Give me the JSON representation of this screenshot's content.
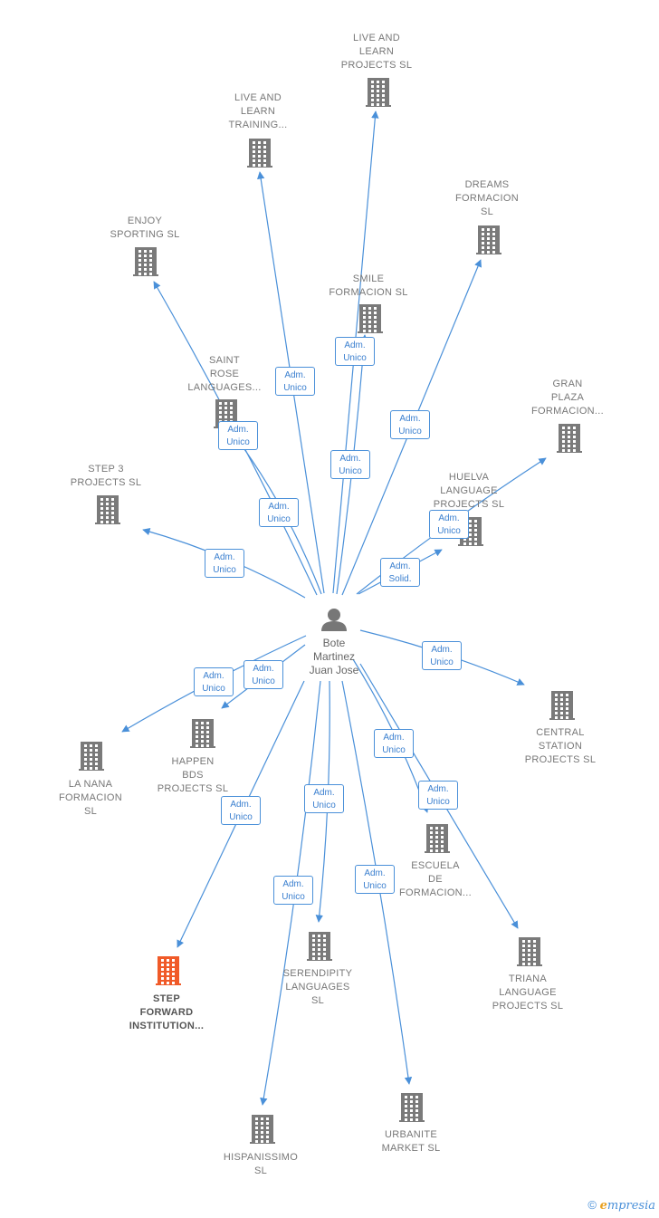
{
  "colors": {
    "edge": "#4a90d9",
    "building": "#7a7a7a",
    "building_active": "#f05a28",
    "person": "#777777"
  },
  "person": {
    "label": "Bote\nMartinez\nJuan Jose",
    "icon": "person-icon"
  },
  "companies": [
    {
      "id": "live-learn-projects",
      "label": "LIVE AND\nLEARN\nPROJECTS  SL",
      "icon": "building-icon"
    },
    {
      "id": "live-learn-training",
      "label": "LIVE AND\nLEARN\nTRAINING...",
      "icon": "building-icon"
    },
    {
      "id": "dreams-formacion",
      "label": "DREAMS\nFORMACION\nSL",
      "icon": "building-icon"
    },
    {
      "id": "enjoy-sporting",
      "label": "ENJOY\nSPORTING  SL",
      "icon": "building-icon"
    },
    {
      "id": "smile-formacion",
      "label": "SMILE\nFORMACION SL",
      "icon": "building-icon"
    },
    {
      "id": "saint-rose",
      "label": "SAINT\nROSE\nLANGUAGES...",
      "icon": "building-icon"
    },
    {
      "id": "gran-plaza",
      "label": "GRAN\nPLAZA\nFORMACION...",
      "icon": "building-icon"
    },
    {
      "id": "step3",
      "label": "STEP 3\nPROJECTS  SL",
      "icon": "building-icon"
    },
    {
      "id": "huelva",
      "label": "HUELVA\nLANGUAGE\nPROJECTS  SL",
      "icon": "building-icon"
    },
    {
      "id": "central-station",
      "label": "CENTRAL\nSTATION\nPROJECTS  SL",
      "icon": "building-icon"
    },
    {
      "id": "happen-bds",
      "label": "HAPPEN\nBDS\nPROJECTS  SL",
      "icon": "building-icon"
    },
    {
      "id": "la-nana",
      "label": "LA NANA\nFORMACION\nSL",
      "icon": "building-icon"
    },
    {
      "id": "escuela",
      "label": "ESCUELA\nDE\nFORMACION...",
      "icon": "building-icon"
    },
    {
      "id": "step-forward",
      "label": "STEP\nFORWARD\nINSTITUTION...",
      "icon": "building-icon",
      "active": true
    },
    {
      "id": "serendipity",
      "label": "SERENDIPITY\nLANGUAGES\nSL",
      "icon": "building-icon"
    },
    {
      "id": "triana",
      "label": "TRIANA\nLANGUAGE\nPROJECTS  SL",
      "icon": "building-icon"
    },
    {
      "id": "hispanissimo",
      "label": "HISPANISSIMO\nSL",
      "icon": "building-icon"
    },
    {
      "id": "urbanite",
      "label": "URBANITE\nMARKET  SL",
      "icon": "building-icon"
    }
  ],
  "edges": [
    {
      "to": "live-learn-projects",
      "role": "Adm.\nUnico"
    },
    {
      "to": "live-learn-training",
      "role": "Adm.\nUnico"
    },
    {
      "to": "dreams-formacion",
      "role": "Adm.\nUnico"
    },
    {
      "to": "enjoy-sporting",
      "role": "Adm.\nUnico"
    },
    {
      "to": "smile-formacion",
      "role": "Adm.\nUnico"
    },
    {
      "to": "saint-rose",
      "role": "Adm.\nUnico"
    },
    {
      "to": "gran-plaza",
      "role": "Adm.\nUnico"
    },
    {
      "to": "step3",
      "role": "Adm.\nUnico"
    },
    {
      "to": "huelva",
      "role": "Adm.\nSolid."
    },
    {
      "to": "central-station",
      "role": "Adm.\nUnico"
    },
    {
      "to": "happen-bds",
      "role": "Adm.\nUnico"
    },
    {
      "to": "la-nana",
      "role": "Adm.\nUnico"
    },
    {
      "to": "escuela",
      "role": "Adm.\nUnico"
    },
    {
      "to": "step-forward",
      "role": "Adm.\nUnico"
    },
    {
      "to": "serendipity",
      "role": "Adm.\nUnico"
    },
    {
      "to": "triana",
      "role": "Adm.\nUnico"
    },
    {
      "to": "hispanissimo",
      "role": "Adm.\nUnico"
    },
    {
      "to": "urbanite",
      "role": "Adm.\nUnico"
    }
  ],
  "footer": {
    "copyright": "©",
    "brand_first": "e",
    "brand_rest": "mpresia"
  }
}
